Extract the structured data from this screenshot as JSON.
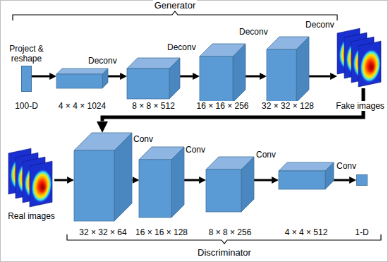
{
  "diagram": {
    "nodes": [
      {
        "text": [
          "Project & reshape",
          "100-D"
        ]
      },
      {
        "text": [
          "4 × 4 × 1024"
        ]
      },
      {
        "text": [
          "8 × 8 × 512"
        ]
      },
      {
        "text": [
          "16 × 16 × 256"
        ]
      },
      {
        "text": [
          "32 × 32 × 128"
        ]
      },
      {
        "text": [
          "Fake images"
        ]
      },
      {
        "text": [
          "Real images"
        ]
      },
      {
        "text": [
          "32 × 32 × 64"
        ]
      },
      {
        "text": [
          "16 × 16 × 128"
        ]
      },
      {
        "text": [
          "8 × 8 × 256"
        ]
      },
      {
        "text": [
          "4 × 4 × 512"
        ]
      },
      {
        "text": [
          "1-D"
        ]
      }
    ],
    "edges": [
      {
        "from": 0,
        "to": 1,
        "arrow": "to"
      },
      {
        "from": 1,
        "to": 2,
        "label": "Deconv",
        "arrow": "to"
      },
      {
        "from": 2,
        "to": 3,
        "label": "Deconv",
        "arrow": "to"
      },
      {
        "from": 3,
        "to": 4,
        "label": "Deconv",
        "arrow": "to"
      },
      {
        "from": 4,
        "to": 5,
        "label": "Deconv",
        "arrow": "to"
      },
      {
        "from": 5,
        "to": 7,
        "arrow": "to"
      },
      {
        "from": 6,
        "to": 7,
        "arrow": "to"
      },
      {
        "from": 7,
        "to": 8,
        "label": "Conv",
        "arrow": "to"
      },
      {
        "from": 8,
        "to": 9,
        "label": "Conv",
        "arrow": "to"
      },
      {
        "from": 9,
        "to": 10,
        "label": "Conv",
        "arrow": "to"
      },
      {
        "from": 10,
        "to": 11,
        "label": "Conv",
        "arrow": "to"
      }
    ],
    "labels": [
      "Generator",
      "Discriminator"
    ]
  }
}
